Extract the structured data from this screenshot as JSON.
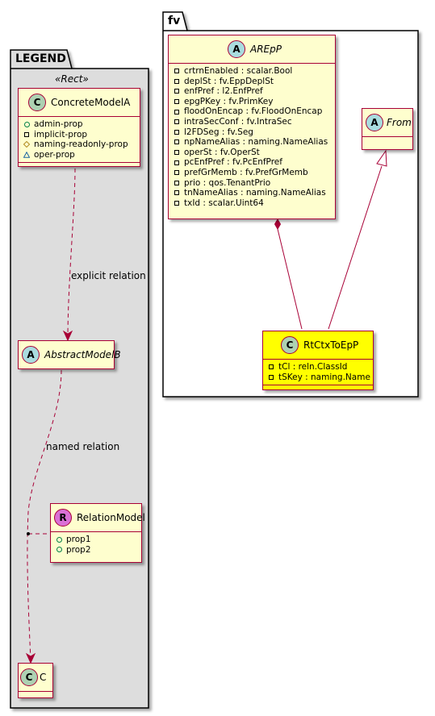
{
  "legend": {
    "title": "LEGEND",
    "stereotype": "«Rect»",
    "concrete_model": {
      "name": "ConcreteModelA",
      "props": [
        {
          "vis": "public",
          "text": "admin-prop"
        },
        {
          "vis": "private",
          "text": "implicit-prop"
        },
        {
          "vis": "protected",
          "text": "naming-readonly-prop"
        },
        {
          "vis": "package",
          "text": "oper-prop"
        }
      ]
    },
    "abstract_model": {
      "name": "AbstractModelB"
    },
    "relation_model": {
      "name": "RelationModel",
      "props": [
        {
          "vis": "public",
          "text": "prop1"
        },
        {
          "vis": "public",
          "text": "prop2"
        }
      ]
    },
    "target_class": {
      "name": "C"
    },
    "explicit_relation_label": "explicit relation",
    "named_relation_label": "named relation"
  },
  "fv": {
    "title": "fv",
    "arepp": {
      "name": "AREpP",
      "attrs": [
        "crtrnEnabled : scalar.Bool",
        "deplSt : fv.EppDeplSt",
        "enfPref : l2.EnfPref",
        "epgPKey : fv.PrimKey",
        "floodOnEncap : fv.FloodOnEncap",
        "intraSecConf : fv.IntraSec",
        "l2FDSeg : fv.Seg",
        "npNameAlias : naming.NameAlias",
        "operSt : fv.OperSt",
        "pcEnfPref : fv.PcEnfPref",
        "prefGrMemb : fv.PrefGrMemb",
        "prio : qos.TenantPrio",
        "tnNameAlias : naming.NameAlias",
        "txId : scalar.Uint64"
      ]
    },
    "from": {
      "name": "From"
    },
    "rtctx": {
      "name": "RtCtxToEpP",
      "attrs": [
        "tCl : reln.ClassId",
        "tSKey : naming.Name"
      ]
    }
  },
  "colors": {
    "border": "#A80036",
    "class_fill": "#FEFECE",
    "highlight_fill": "#FFFF00",
    "legend_fill": "#DDDDDD",
    "class_badge": "#ADD1B2",
    "abstract_badge": "#A9DCDF",
    "relation_badge": "#DA70D6"
  }
}
